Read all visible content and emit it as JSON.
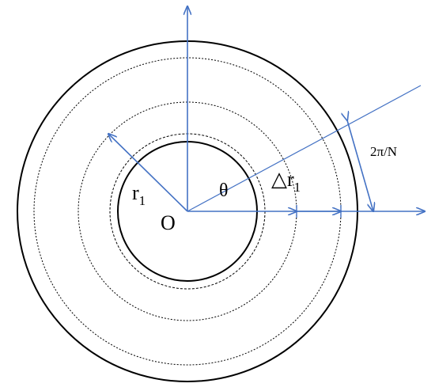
{
  "labels": {
    "radius": "r",
    "radius_sub": "1",
    "origin": "O",
    "angle": "θ",
    "delta_symbol": "△",
    "delta_var": "r",
    "delta_sub": "1",
    "sector": "2π/N"
  },
  "colors": {
    "circle": "#000000",
    "arrow": "#4472c4",
    "background": "#ffffff"
  }
}
